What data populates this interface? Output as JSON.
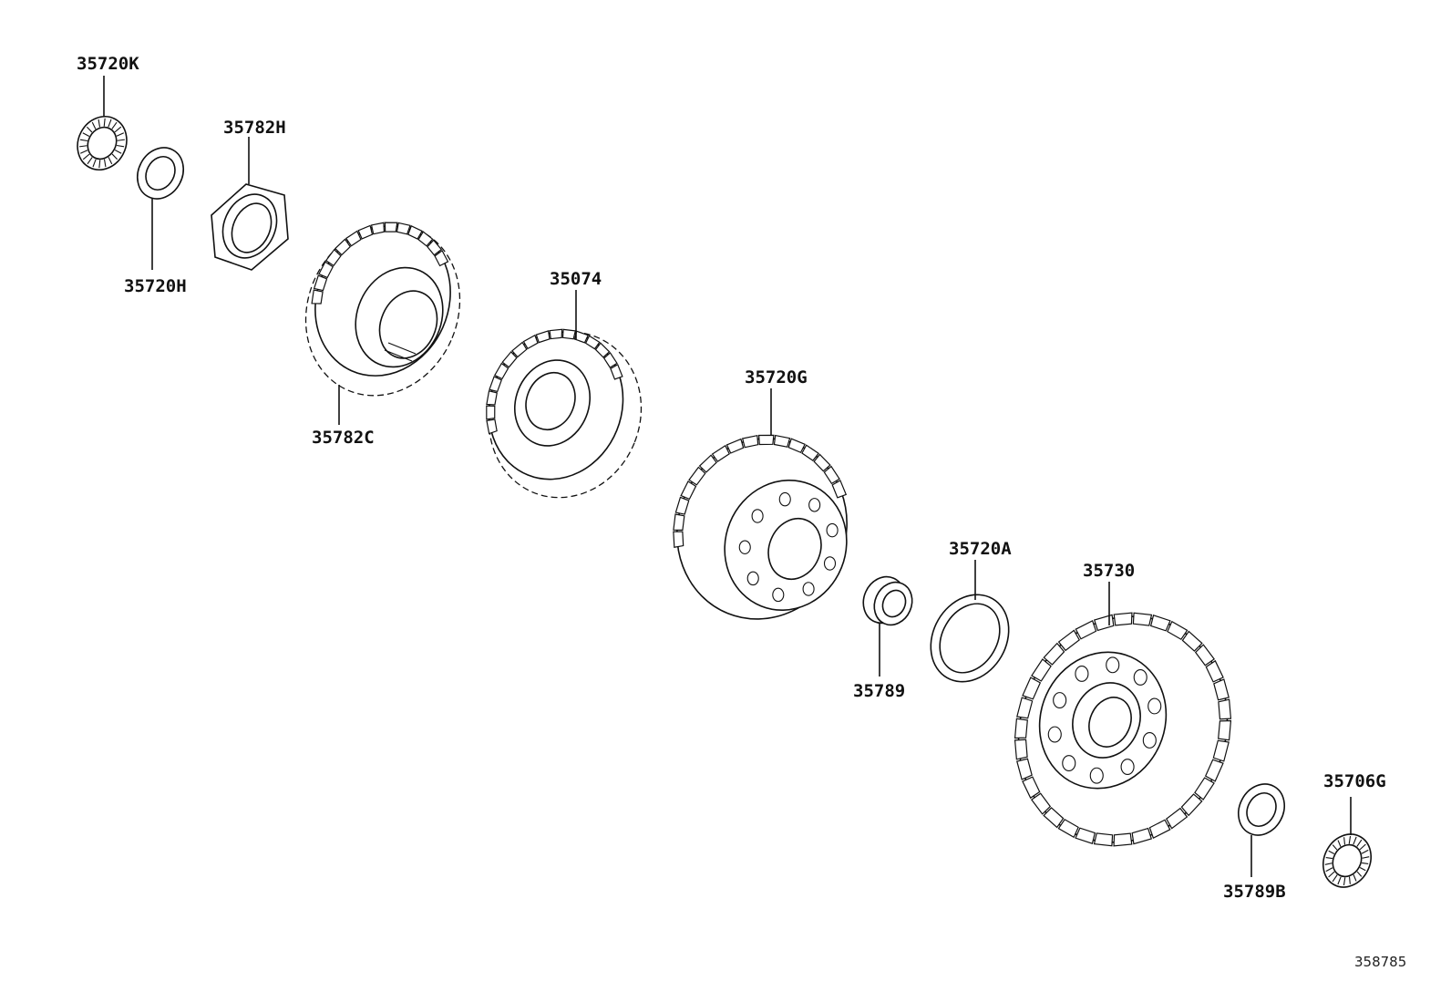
{
  "labels": {
    "p35720K": "35720K",
    "p35782H": "35782H",
    "p35720H": "35720H",
    "p35074": "35074",
    "p35782C": "35782C",
    "p35720G": "35720G",
    "p35720A": "35720A",
    "p35730": "35730",
    "p35789": "35789",
    "p35706G": "35706G",
    "p35789B": "35789B"
  },
  "diagram_ref": "358785"
}
